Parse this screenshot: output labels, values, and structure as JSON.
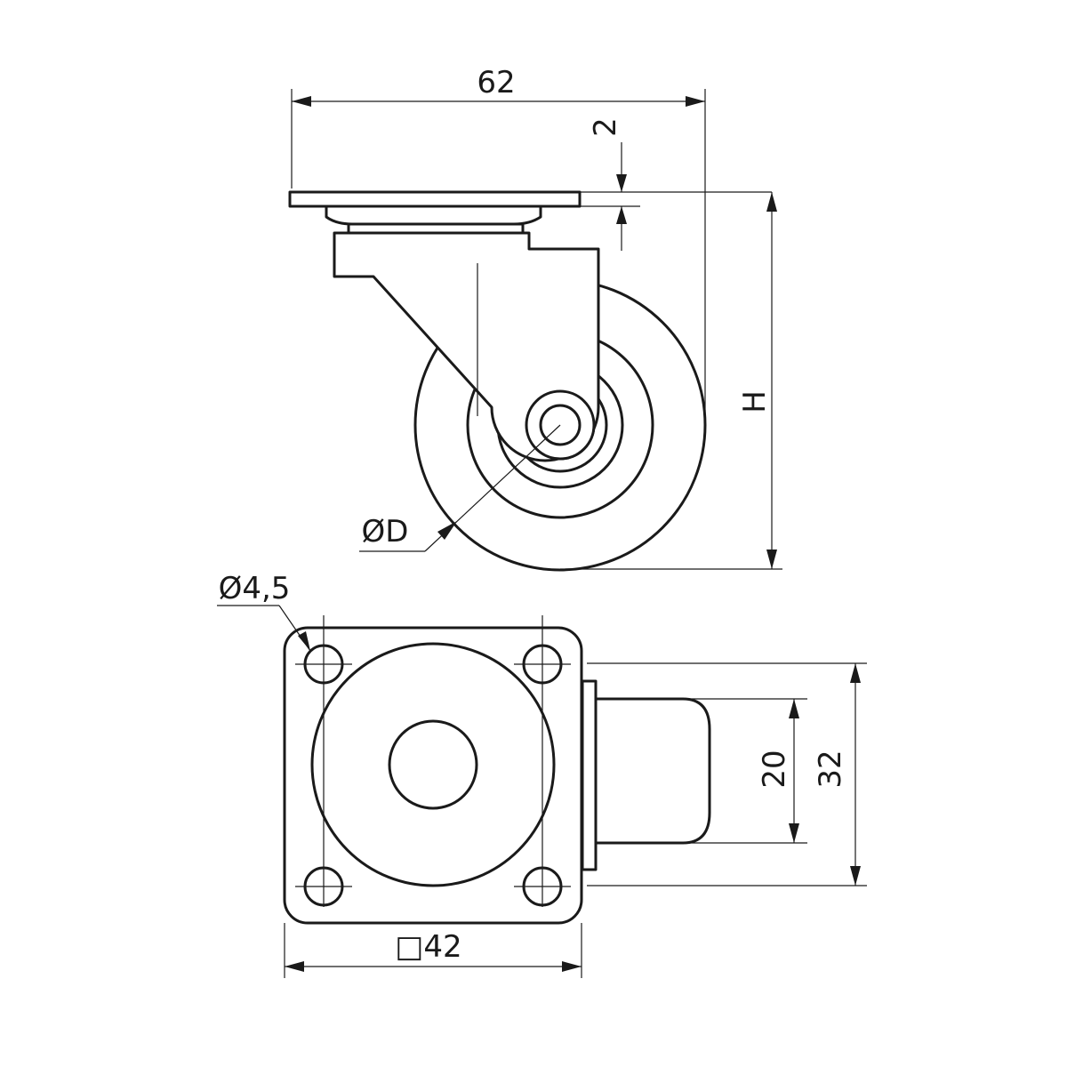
{
  "side_view": {
    "width_label": "62",
    "plate_thickness_label": "2",
    "height_label": "H",
    "wheel_diameter_label": "ØD"
  },
  "top_view": {
    "hole_diameter_label": "Ø4,5",
    "plate_size_label": "□42",
    "wheel_width_label": "20",
    "overall_width_label": "32"
  }
}
